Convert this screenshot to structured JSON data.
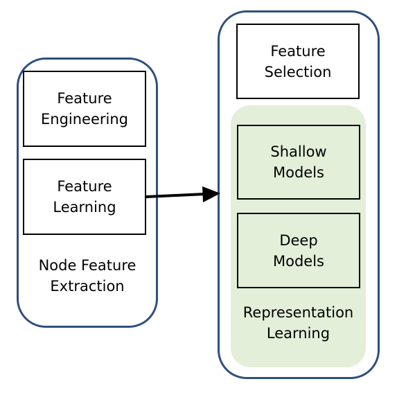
{
  "left_group": {
    "feature_engineering": "Feature\nEngineering",
    "feature_learning": "Feature\nLearning",
    "caption": "Node Feature\nExtraction"
  },
  "right_group": {
    "feature_selection": "Feature\nSelection",
    "shallow_models": "Shallow\nModels",
    "deep_models": "Deep\nModels",
    "caption": "Representation\nLearning"
  },
  "colors": {
    "group_border": "#2f4f7f",
    "panel_fill": "#e3efd9",
    "box_border": "#000000"
  }
}
